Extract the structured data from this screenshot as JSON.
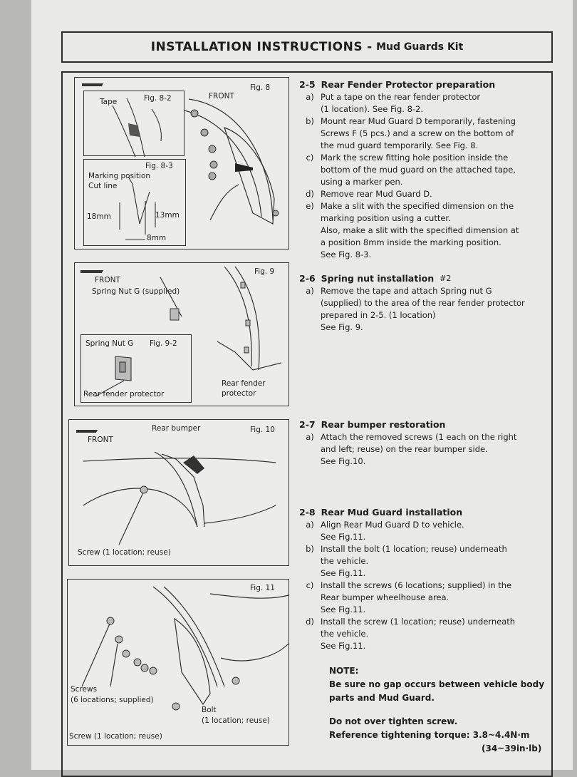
{
  "header": {
    "title_main": "INSTALLATION INSTRUCTIONS",
    "title_sep": "-",
    "title_sub": "Mud Guards Kit"
  },
  "fig8": {
    "label": "Fig. 8",
    "front": "FRONT",
    "sub1": {
      "label": "Fig. 8-2",
      "tape": "Tape"
    },
    "sub2": {
      "label": "Fig. 8-3",
      "marking": "Marking position",
      "cut": "Cut line",
      "d18": "18mm",
      "d13": "13mm",
      "d8": "8mm"
    }
  },
  "fig9": {
    "label": "Fig. 9",
    "front": "FRONT",
    "spring_nut": "Spring Nut G (supplied)",
    "rear_fender": "Rear fender",
    "protector": "protector",
    "sub": {
      "label": "Fig. 9-2",
      "spring_nut": "Spring Nut G",
      "rear_fender_protector": "Rear fender protector"
    }
  },
  "fig10": {
    "label": "Fig. 10",
    "front": "FRONT",
    "rear_bumper": "Rear bumper",
    "screw": "Screw (1 location; reuse)"
  },
  "fig11": {
    "label": "Fig. 11",
    "screws1": "Screws",
    "screws2": "(6 locations; supplied)",
    "bolt1": "Bolt",
    "bolt2": "(1 location; reuse)",
    "screw": "Screw (1 location; reuse)"
  },
  "s25": {
    "num": "2-5",
    "title": "Rear Fender Protector preparation",
    "a": "Put a tape on the rear fender protector",
    "a2": "(1 location). See Fig. 8-2.",
    "b": "Mount rear Mud Guard D temporarily, fastening",
    "b2": "Screws F (5 pcs.) and a screw on the bottom of",
    "b3": "the mud guard temporarily. See Fig. 8.",
    "c": "Mark the screw fitting hole position inside the",
    "c2": "bottom of the mud guard on the attached tape,",
    "c3": "using a marker pen.",
    "d": "Remove rear Mud Guard D.",
    "e": "Make a slit with the specified dimension on the",
    "e2": "marking position using a cutter.",
    "e3": "Also, make a slit with the specified dimension at",
    "e4": "a position 8mm inside the marking position.",
    "e5": "See Fig. 8-3."
  },
  "s26": {
    "num": "2-6",
    "title": "Spring nut installation",
    "tag": "#2",
    "a": "Remove the tape and attach Spring nut G",
    "a2": "(supplied) to the area of the rear fender protector",
    "a3": "prepared in 2-5. (1 location)",
    "a4": "See Fig. 9."
  },
  "s27": {
    "num": "2-7",
    "title": "Rear bumper restoration",
    "a": "Attach the removed screws (1 each on the right",
    "a2": "and left; reuse) on the rear bumper side.",
    "a3": "See Fig.10."
  },
  "s28": {
    "num": "2-8",
    "title": "Rear Mud Guard installation",
    "a": "Align Rear Mud Guard D to vehicle.",
    "a2": "See Fig.11.",
    "b": "Install the bolt (1 location; reuse) underneath",
    "b2": "the vehicle.",
    "b3": "See Fig.11.",
    "c": "Install the screws (6 locations; supplied) in the",
    "c2": "Rear bumper wheelhouse area.",
    "c3": "See Fig.11.",
    "d": "Install the screw (1 location; reuse) underneath",
    "d2": "the vehicle.",
    "d3": "See Fig.11."
  },
  "letters": {
    "a": "a)",
    "b": "b)",
    "c": "c)",
    "d": "d)",
    "e": "e)"
  },
  "note": {
    "head": "NOTE:",
    "l1": "Be sure no gap occurs between vehicle body",
    "l2": "parts and Mud Guard.",
    "l3": "Do not over tighten screw.",
    "l4": "Reference tightening torque: 3.8~4.4N·m",
    "l5": "(34~39in·lb)"
  }
}
